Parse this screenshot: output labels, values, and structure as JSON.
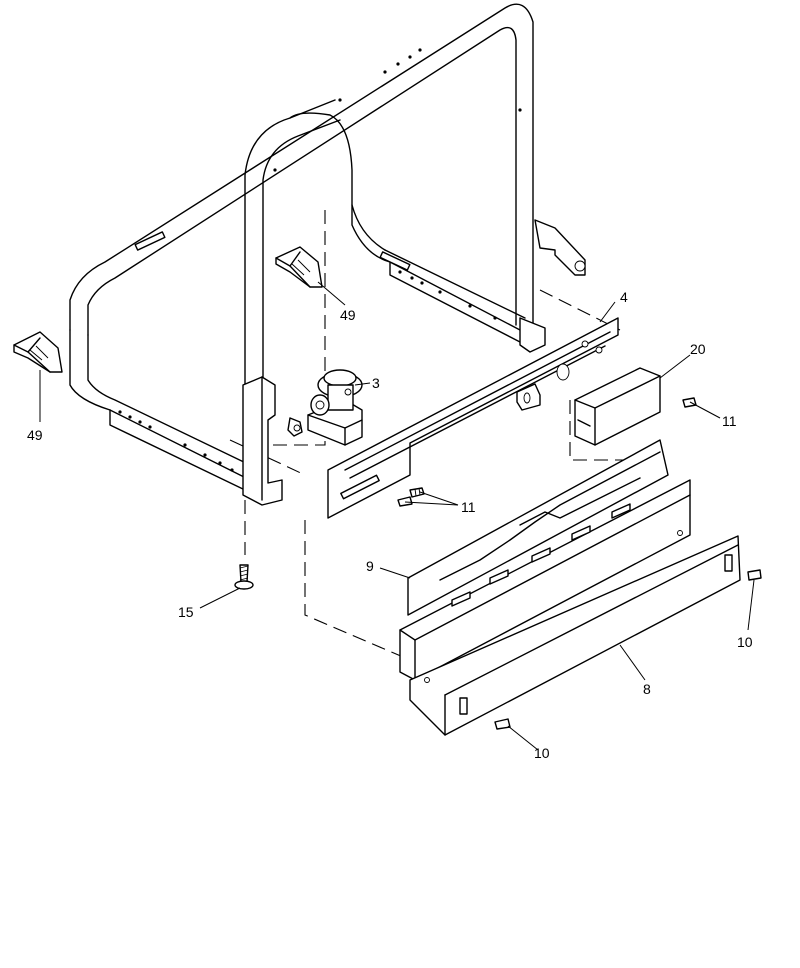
{
  "callouts": [
    {
      "id": "c-49a",
      "text": "49"
    },
    {
      "id": "c-49b",
      "text": "49"
    },
    {
      "id": "c-3",
      "text": "3"
    },
    {
      "id": "c-4",
      "text": "4"
    },
    {
      "id": "c-20",
      "text": "20"
    },
    {
      "id": "c-11a",
      "text": "11"
    },
    {
      "id": "c-11b",
      "text": "11"
    },
    {
      "id": "c-9",
      "text": "9"
    },
    {
      "id": "c-15",
      "text": "15"
    },
    {
      "id": "c-10a",
      "text": "10"
    },
    {
      "id": "c-10b",
      "text": "10"
    },
    {
      "id": "c-8",
      "text": "8"
    }
  ]
}
